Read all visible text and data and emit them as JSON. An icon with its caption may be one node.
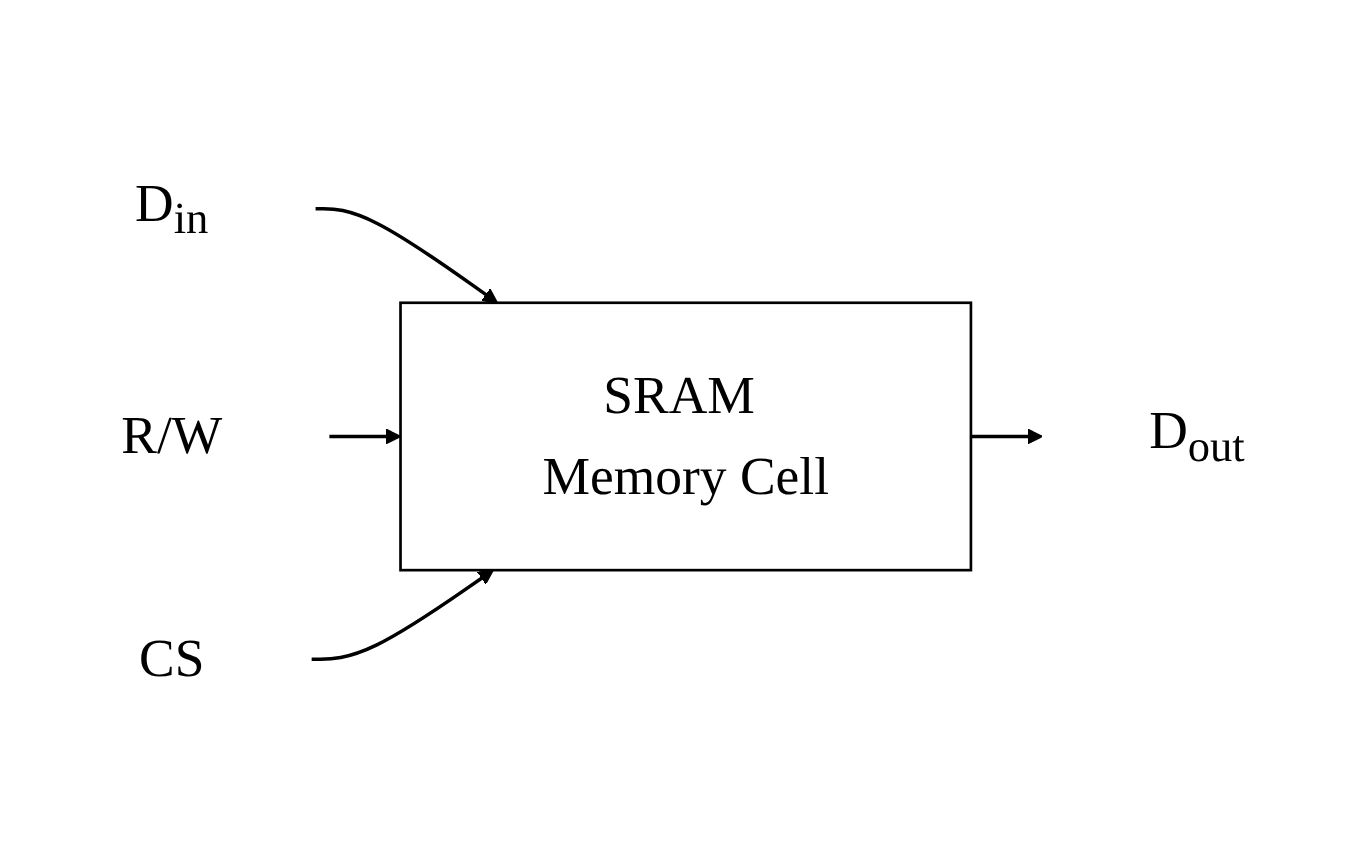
{
  "diagram": {
    "nodes": [
      {
        "text": [
          "D$_{in}$"
        ]
      },
      {
        "text": [
          "R/W"
        ]
      },
      {
        "text": [
          "CS"
        ]
      },
      {
        "text": [
          "SRAM Memory Cell"
        ]
      },
      {
        "text": [
          "D$_{out}$"
        ]
      }
    ],
    "edges": [
      {
        "from": 0,
        "to": 3,
        "arrow": "to"
      },
      {
        "from": 1,
        "to": 3,
        "arrow": "to"
      },
      {
        "from": 2,
        "to": 3,
        "arrow": "to"
      },
      {
        "from": 3,
        "to": 4,
        "arrow": "to"
      }
    ]
  }
}
